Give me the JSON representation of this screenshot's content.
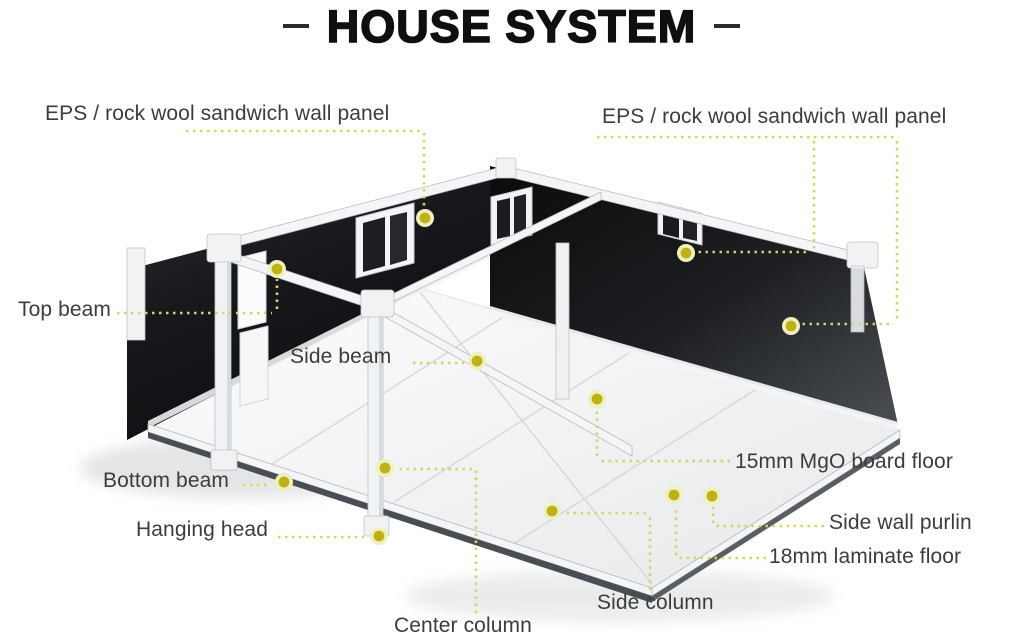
{
  "title": "HOUSE SYSTEM",
  "parts": {
    "eps_left": "EPS / rock wool sandwich wall panel",
    "eps_right": "EPS / rock wool sandwich wall panel",
    "top_beam": "Top beam",
    "side_beam": "Side beam",
    "bottom_beam": "Bottom beam",
    "hanging_head": "Hanging head",
    "center_column": "Center column",
    "side_column": "Side column",
    "mgo_floor": "15mm MgO board floor",
    "side_wall_purlin": "Side wall purlin",
    "laminate_floor": "18mm laminate floor"
  },
  "colors": {
    "title_text": "#0f0f0f",
    "label_text": "#3c3c3c",
    "callout_line": "#d2d669",
    "callout_dot": "#bdb214",
    "callout_dot_ring": "#eef0c0",
    "wall_panel_dark": "#1b1d20",
    "frame_light": "#f2f3f5",
    "background": "#ffffff"
  }
}
